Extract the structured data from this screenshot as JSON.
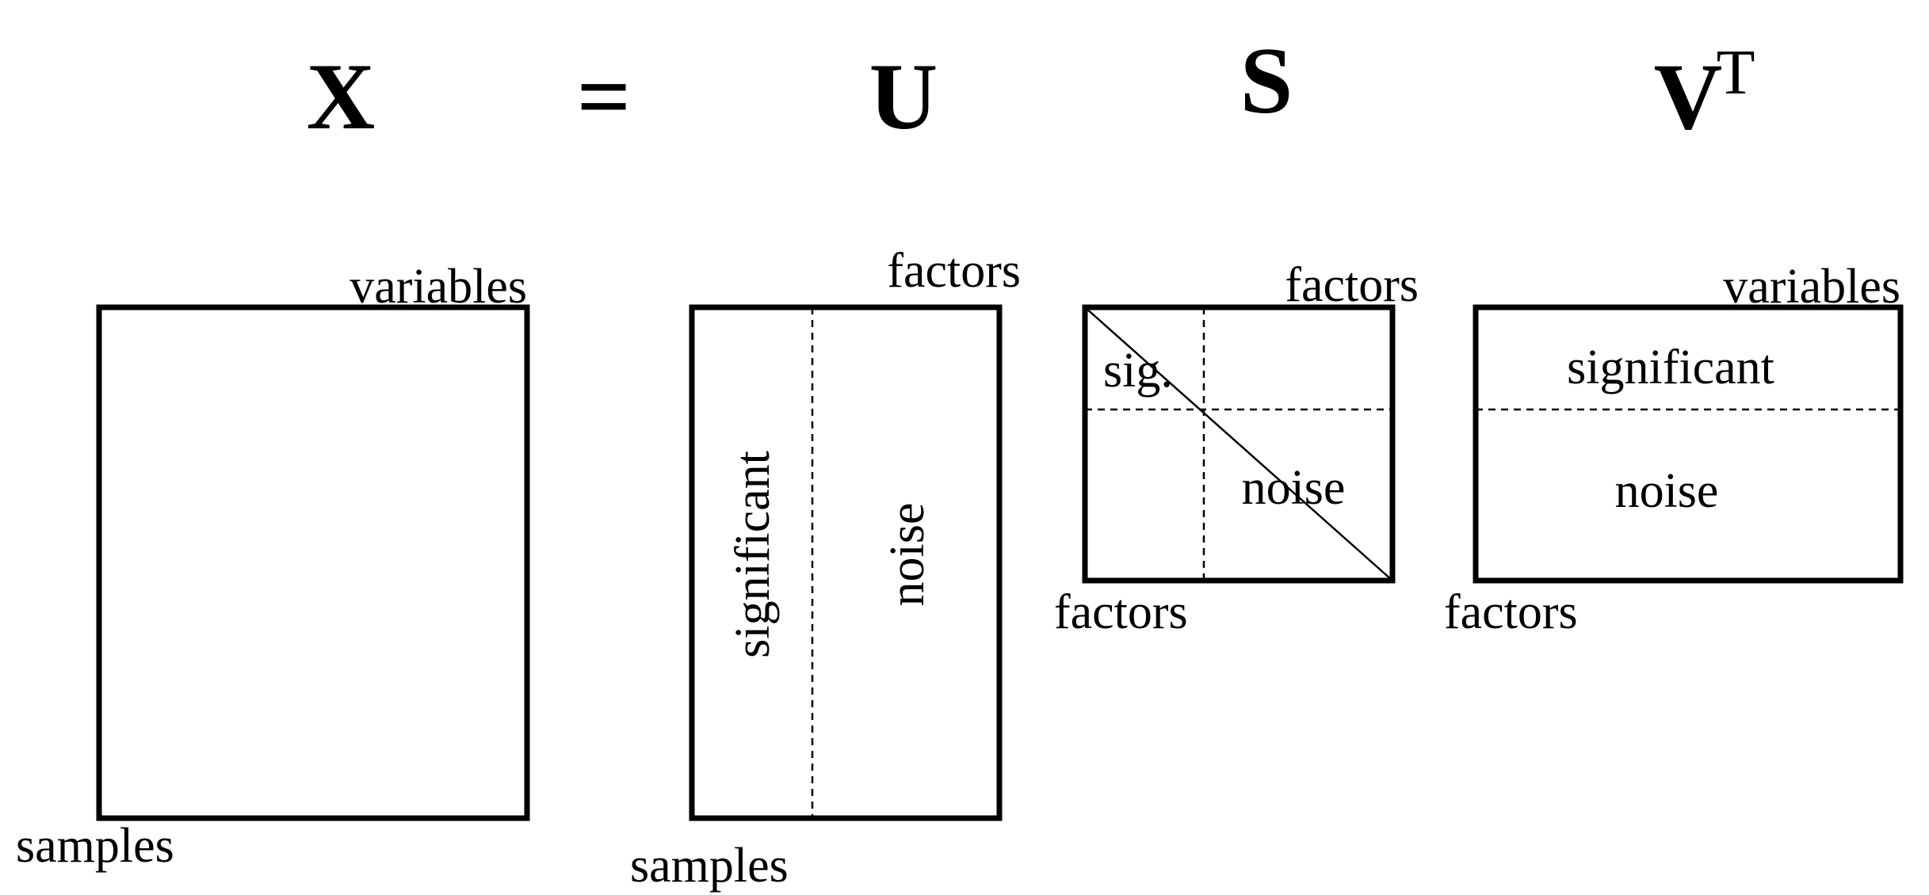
{
  "equation": {
    "x": "X",
    "equals": "=",
    "u": "U",
    "s": "S",
    "v": "V",
    "v_superscript": "T"
  },
  "matrix_x": {
    "top_label": "variables",
    "bottom_label": "samples"
  },
  "matrix_u": {
    "top_label": "factors",
    "bottom_label": "samples",
    "region_significant": "significant",
    "region_noise": "noise"
  },
  "matrix_s": {
    "top_label": "factors",
    "bottom_label": "factors",
    "region_significant": "sig.",
    "region_noise": "noise"
  },
  "matrix_vt": {
    "top_label": "variables",
    "bottom_label": "factors",
    "region_significant": "significant",
    "region_noise": "noise"
  }
}
